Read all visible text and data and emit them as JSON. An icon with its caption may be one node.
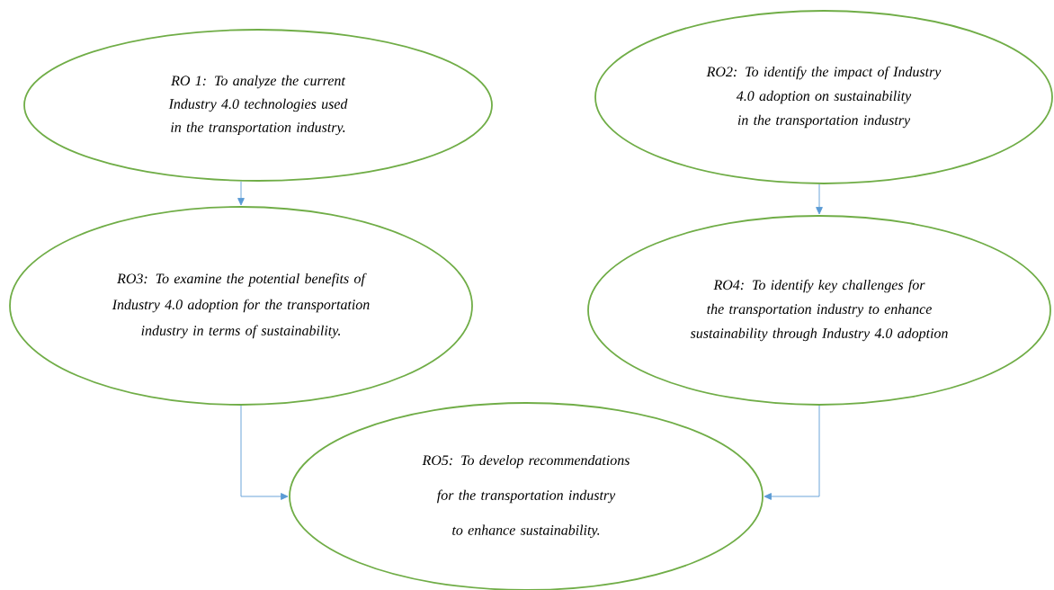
{
  "diagram": {
    "nodes": [
      {
        "text": [
          "RO 1: To analyze the current Industry 4.0 technologies used in the transportation industry."
        ]
      },
      {
        "text": [
          "RO2: To identify the impact of Industry 4.0 adoption on sustainability in the transportation industry"
        ]
      },
      {
        "text": [
          "RO3: To examine the potential benefits of Industry 4.0 adoption for the transportation industry in terms of sustainability."
        ]
      },
      {
        "text": [
          "RO4: To identify key challenges for the transportation industry to enhance sustainability through Industry 4.0 adoption"
        ]
      },
      {
        "text": [
          "RO5: To develop recommendations for the transportation industry to enhance sustainability."
        ]
      }
    ],
    "edges": [
      {
        "from": 0,
        "to": 2,
        "arrow": "to"
      },
      {
        "from": 1,
        "to": 3,
        "arrow": "to"
      },
      {
        "from": 2,
        "to": 4,
        "arrow": "to"
      },
      {
        "from": 3,
        "to": 4,
        "arrow": "to"
      }
    ]
  }
}
